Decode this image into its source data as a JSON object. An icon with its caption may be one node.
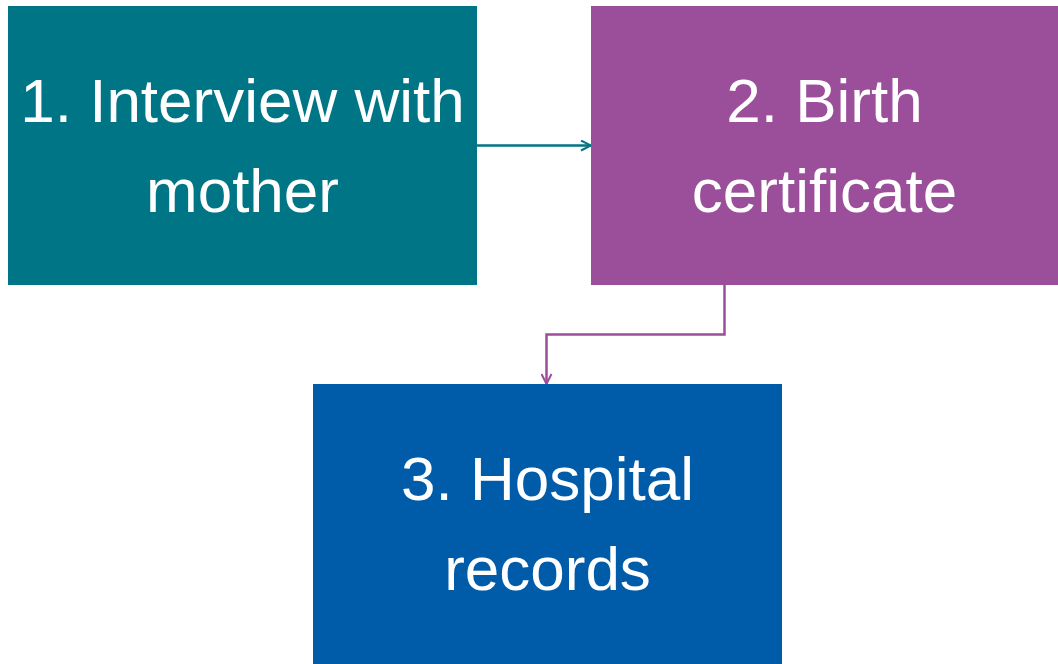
{
  "diagram": {
    "nodes": [
      {
        "text": [
          "1. Interview with mother"
        ]
      },
      {
        "text": [
          "2. Birth certificate"
        ]
      },
      {
        "text": [
          "3. Hospital records"
        ]
      }
    ],
    "edges": [
      {
        "from": 0,
        "to": 1,
        "arrow": "to",
        "color": "#007585"
      },
      {
        "from": 1,
        "to": 2,
        "arrow": "to",
        "color": "#9b4f9b"
      }
    ]
  }
}
